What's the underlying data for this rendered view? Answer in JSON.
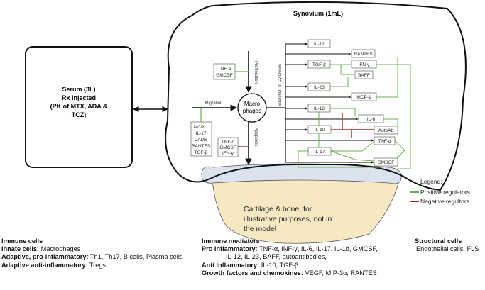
{
  "synovium": {
    "title": "Synovium (1mL)"
  },
  "serum": {
    "line1": "Serum (3L)",
    "line2": "Rx injected",
    "line3": "(PK of MTX, ADA &",
    "line4": "TCZ)"
  },
  "macrophage": {
    "line1": "Macro",
    "line2": "phages"
  },
  "labels": {
    "migration": "Migration",
    "proliferation": "Proliferation",
    "apoptosis": "Apoptosis",
    "secretion": "Secretion of Cytokines"
  },
  "prolif_box": [
    "TNF-α",
    "GMCSF"
  ],
  "migration_box": [
    "MCP-1",
    "IL-17",
    "CAMS",
    "RANTES",
    "TGF-β"
  ],
  "apoptosis_box": [
    "TNF-α",
    "GMCSF",
    "IFN-γ"
  ],
  "cytokines": {
    "il12": "IL-12",
    "rantes": "RANTES",
    "tgfb": "TGF-β",
    "ifng": "IFN-γ",
    "baff": "BAFF",
    "il23": "IL-23",
    "mcp1": "MCP-1",
    "il1b": "IL-1β",
    "il6": "IL-6",
    "il10": "IL-10",
    "autoab": "AutoAb",
    "tnfa": "TNF-α",
    "il17": "IL-17",
    "gmcsf": "GMSCF"
  },
  "legend": {
    "title": "Legend:",
    "positive": "Positive regulators",
    "negative": "Negative regultors"
  },
  "cartilage": {
    "line1": "Cartilage & bone, for",
    "line2": "illustrative purposes, not in",
    "line3": "the model"
  },
  "immune_cells": {
    "title": "Immune cells",
    "innate_label": "Innate cells:",
    "innate_value": " Macrophages",
    "pro_label": "Adaptive, pro-inflammatory:",
    "pro_value": " Th1, Th17, B cells, Plasma cells",
    "anti_label": "Adaptive anti-inflammatory:",
    "anti_value": " Tregs"
  },
  "immune_mediators": {
    "title": "Immune mediators",
    "pro_label": "Pro Inflammatory:",
    "pro_value": " TNF-α, INF-γ, IL-6, IL-17, IL-1b, GMCSF,",
    "pro_value2": "IL-12, IL-23, BAFF, autoantibodies,",
    "anti_label": "Anti Inflammatory:",
    "anti_value": " IL-10, TGF-β",
    "growth_label": "Growth factors and chemokines:",
    "growth_value": " VEGF, MIP-3α, RANTES"
  },
  "structural_cells": {
    "title": "Structural cells",
    "value": "Endothelial cells, FLS"
  },
  "colors": {
    "positive": "#6ab04c",
    "negative": "#a52a2a",
    "cartilage": "#f7e8c4",
    "cartilage_top": "#dbe3ef"
  }
}
